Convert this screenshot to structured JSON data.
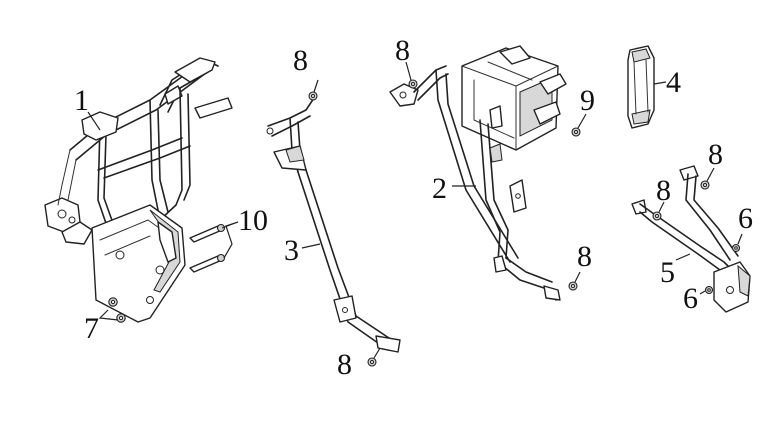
{
  "callouts": {
    "c1": "1",
    "c2": "2",
    "c3": "3",
    "c4": "4",
    "c5": "5",
    "c6a": "6",
    "c6b": "6",
    "c7": "7",
    "c8a": "8",
    "c8b": "8",
    "c8c": "8",
    "c8d": "8",
    "c8e": "8",
    "c8f": "8",
    "c9": "9",
    "c10": "10"
  }
}
